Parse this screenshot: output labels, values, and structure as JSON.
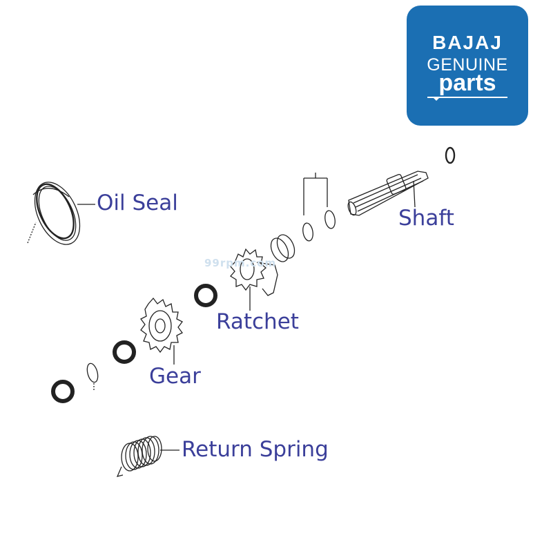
{
  "logo": {
    "brand": "BAJAJ",
    "line2": "GENUINE",
    "line3": "parts",
    "background_color": "#1b6fb3"
  },
  "watermark": "99rpm.com",
  "labels": {
    "oil_seal": "Oil Seal",
    "shaft": "Shaft",
    "ratchet": "Ratchet",
    "gear": "Gear",
    "return_spring": "Return Spring"
  },
  "label_color": "#3b3f9a"
}
